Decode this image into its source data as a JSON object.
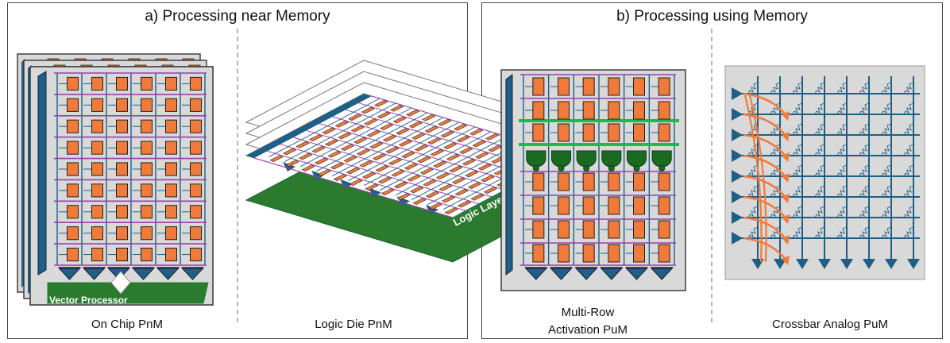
{
  "panel_a": {
    "title": "a) Processing near Memory",
    "on_chip": {
      "caption": "On Chip PnM",
      "processor_label": "Vector Processor"
    },
    "logic_die": {
      "caption": "Logic Die PnM",
      "layer_label": "Logic Layer"
    }
  },
  "panel_b": {
    "title": "b) Processing using Memory",
    "multi_row": {
      "caption_line1": "Multi-Row",
      "caption_line2": "Activation PuM"
    },
    "crossbar": {
      "caption": "Crossbar Analog PuM"
    }
  },
  "colors": {
    "cell_orange": "#f07a3a",
    "wire_blue": "#1f5f85",
    "wordline_purple": "#9b3fb0",
    "logic_green": "#2b7a2e",
    "activation_green": "#1fb84a",
    "gate_green": "#1b6a22",
    "chip_bg": "#d9d9d9"
  }
}
